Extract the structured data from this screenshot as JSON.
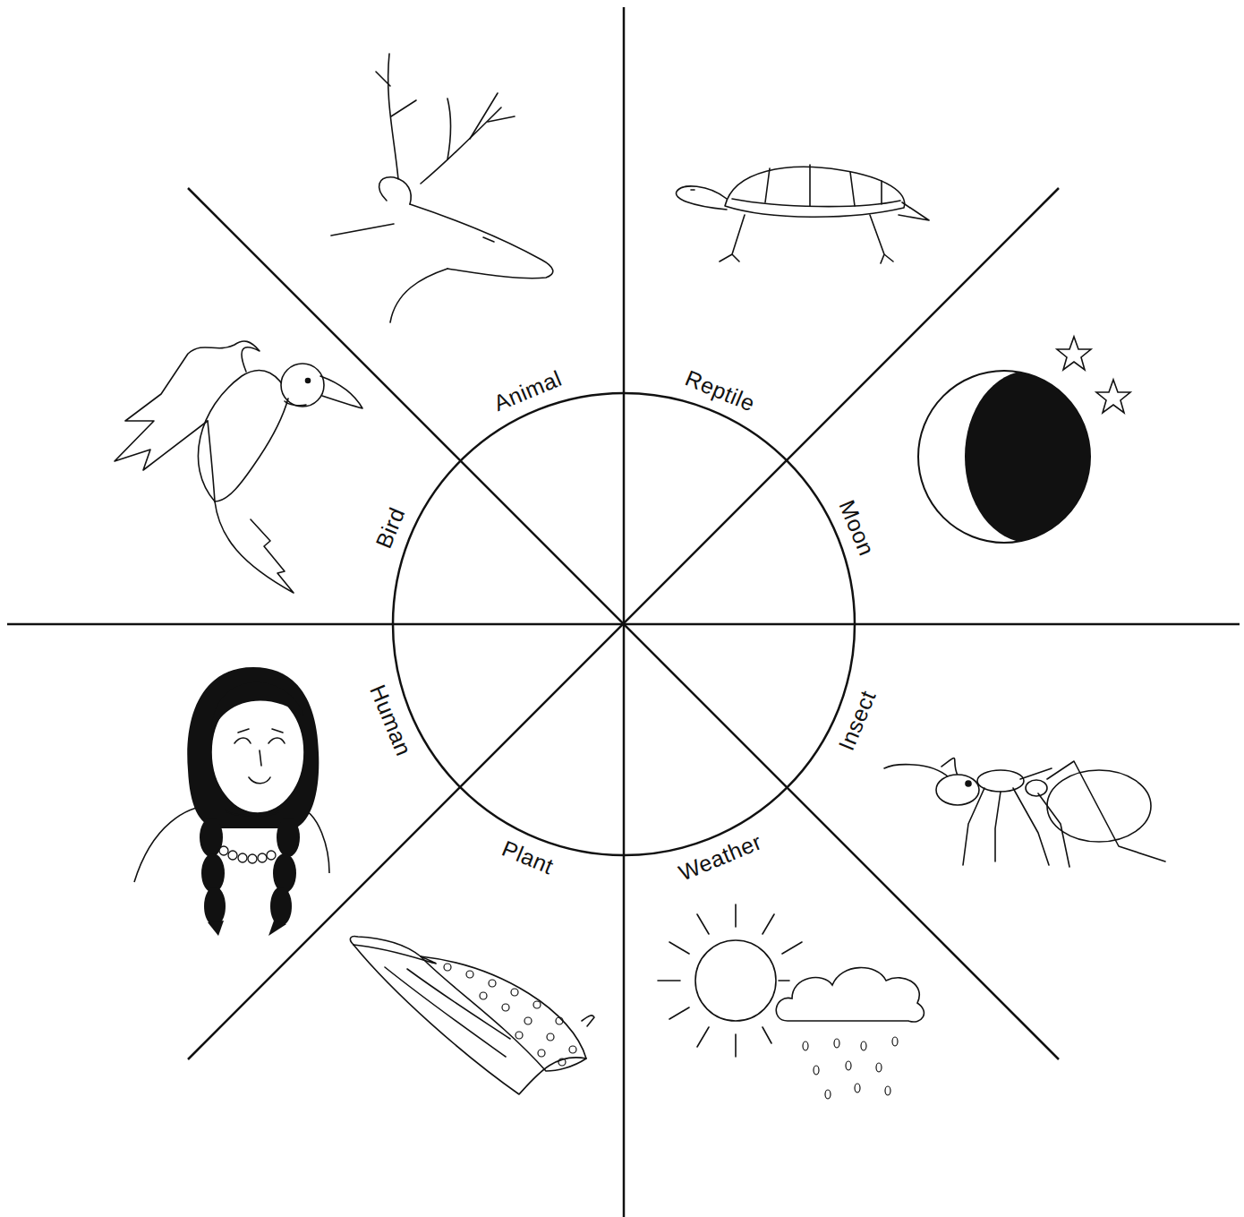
{
  "diagram": {
    "labels": [
      "Animal",
      "Reptile",
      "Moon",
      "Insect",
      "Weather",
      "Plant",
      "Human",
      "Bird"
    ]
  }
}
